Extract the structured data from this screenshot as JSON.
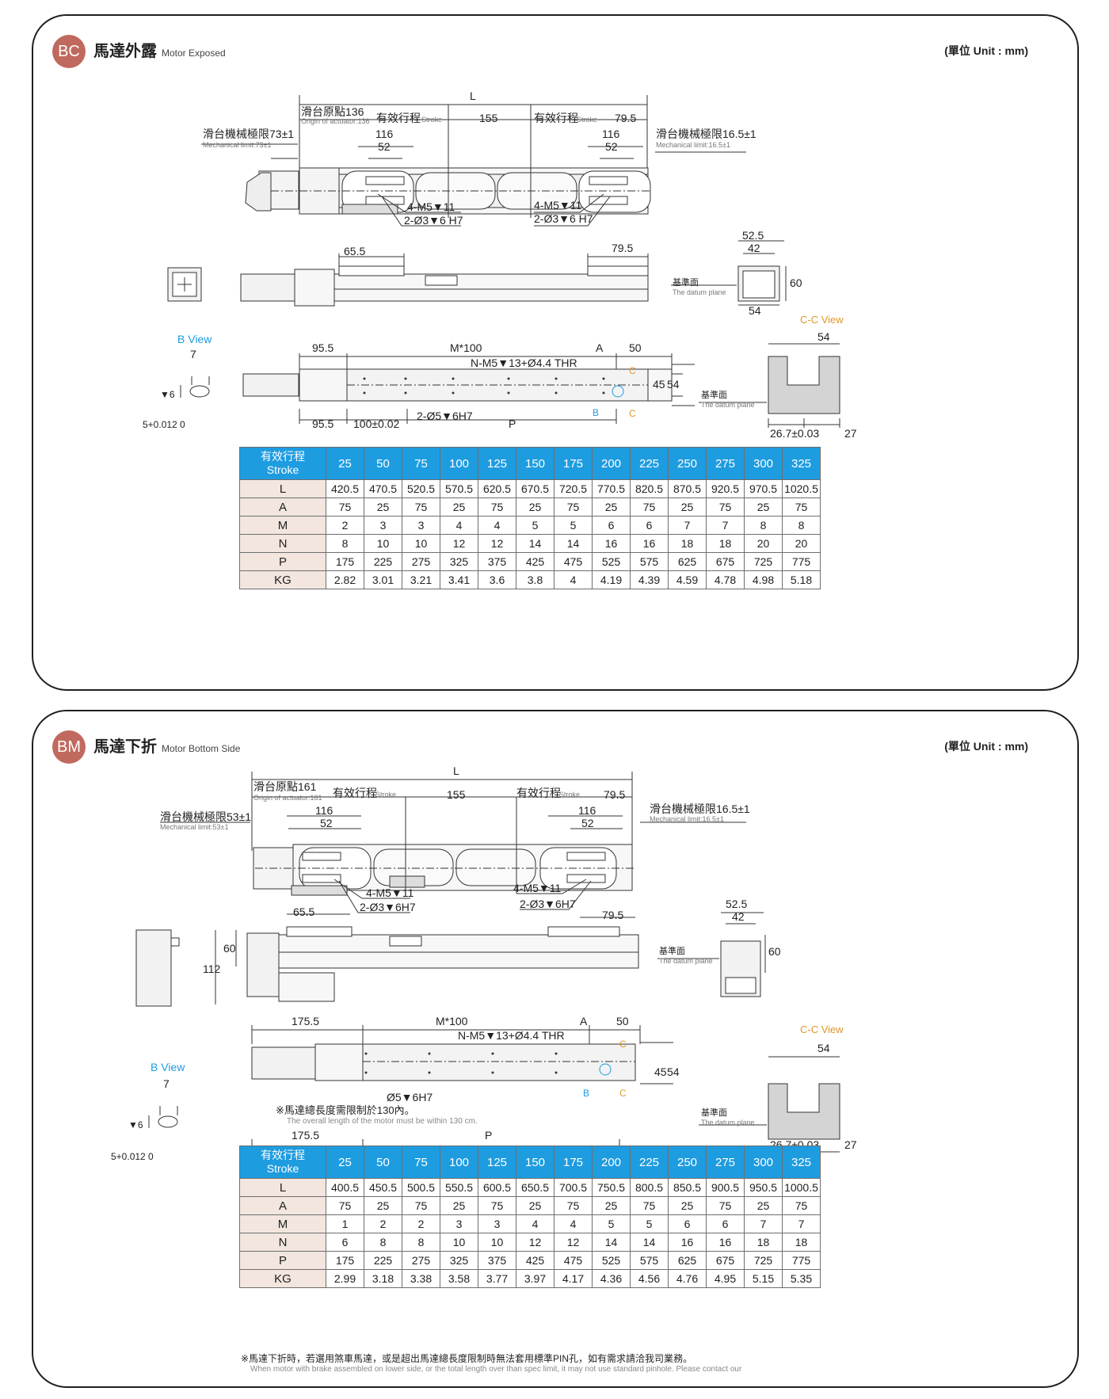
{
  "unit_label": "(單位 Unit : mm)",
  "sections": [
    {
      "badge": "BC",
      "title_zh": "馬達外露",
      "title_en": "Motor Exposed",
      "drawing": {
        "L": "L",
        "origin_zh": "滑台原點136",
        "origin_en": "Origin of actuator:136",
        "stroke_zh": "有效行程",
        "stroke_en": "Stroke",
        "d155": "155",
        "d79_5": "79.5",
        "mech_left_zh": "滑台機械極限73±1",
        "mech_left_en": "Mechanical limit:73±1",
        "mech_right_zh": "滑台機械極限16.5±1",
        "mech_right_en": "Mechanical limit:16.5±1",
        "d116": "116",
        "d52": "52",
        "hole_a": "4-M5▼11",
        "hole_b": "2-Ø3▼6 H7",
        "d65_5": "65.5",
        "d52_5": "52.5",
        "d42": "42",
        "d60": "60",
        "d54": "54",
        "datum_zh": "基準面",
        "datum_en": "The datum plane",
        "cc_view": "C-C View",
        "b_view": "B View",
        "d7": "7",
        "d6": "▼6",
        "tol": "5+0.012 0",
        "d95_5": "95.5",
        "m100": "M*100",
        "A": "A",
        "d50": "50",
        "n_hole": "N-M5▼13+Ø4.4 THR",
        "c": "C",
        "b": "B",
        "d45": "45",
        "d100": "100±0.02",
        "pin": "2-Ø5▼6H7",
        "P": "P",
        "d26_7": "26.7±0.03",
        "d27": "27"
      },
      "table": {
        "head_zh": "有效行程",
        "head_en": "Stroke",
        "strokes": [
          "25",
          "50",
          "75",
          "100",
          "125",
          "150",
          "175",
          "200",
          "225",
          "250",
          "275",
          "300",
          "325"
        ],
        "rows": [
          {
            "label": "L",
            "values": [
              "420.5",
              "470.5",
              "520.5",
              "570.5",
              "620.5",
              "670.5",
              "720.5",
              "770.5",
              "820.5",
              "870.5",
              "920.5",
              "970.5",
              "1020.5"
            ]
          },
          {
            "label": "A",
            "values": [
              "75",
              "25",
              "75",
              "25",
              "75",
              "25",
              "75",
              "25",
              "75",
              "25",
              "75",
              "25",
              "75"
            ]
          },
          {
            "label": "M",
            "values": [
              "2",
              "3",
              "3",
              "4",
              "4",
              "5",
              "5",
              "6",
              "6",
              "7",
              "7",
              "8",
              "8"
            ]
          },
          {
            "label": "N",
            "values": [
              "8",
              "10",
              "10",
              "12",
              "12",
              "14",
              "14",
              "16",
              "16",
              "18",
              "18",
              "20",
              "20"
            ]
          },
          {
            "label": "P",
            "values": [
              "175",
              "225",
              "275",
              "325",
              "375",
              "425",
              "475",
              "525",
              "575",
              "625",
              "675",
              "725",
              "775"
            ]
          },
          {
            "label": "KG",
            "values": [
              "2.82",
              "3.01",
              "3.21",
              "3.41",
              "3.6",
              "3.8",
              "4",
              "4.19",
              "4.39",
              "4.59",
              "4.78",
              "4.98",
              "5.18"
            ]
          }
        ]
      }
    },
    {
      "badge": "BM",
      "title_zh": "馬達下折",
      "title_en": "Motor Bottom Side",
      "drawing": {
        "L": "L",
        "origin_zh": "滑台原點161",
        "origin_en": "Origin of actuator:161",
        "stroke_zh": "有效行程",
        "stroke_en": "Stroke",
        "d155": "155",
        "d79_5": "79.5",
        "mech_left_zh": "滑台機械極限53±1",
        "mech_left_en": "Mechanical limit:53±1",
        "mech_right_zh": "滑台機械極限16.5±1",
        "mech_right_en": "Mechanical limit:16.5±1",
        "d116": "116",
        "d52": "52",
        "hole_a": "4-M5▼11",
        "hole_b": "2-Ø3▼6H7",
        "d65_5": "65.5",
        "d52_5": "52.5",
        "d42": "42",
        "d60": "60",
        "d112": "112",
        "d54": "54",
        "datum_zh": "基準面",
        "datum_en": "The datum plane",
        "cc_view": "C-C View",
        "b_view": "B View",
        "d7": "7",
        "d6": "▼6",
        "tol": "5+0.012 0",
        "d175_5": "175.5",
        "m100": "M*100",
        "A": "A",
        "d50": "50",
        "n_hole": "N-M5▼13+Ø4.4 THR",
        "c": "C",
        "b": "B",
        "d45": "45",
        "pin": "Ø5▼6H7",
        "note_zh": "※馬達總長度需限制於130內。",
        "note_en": "The overall length of the motor must be within 130 cm.",
        "P": "P",
        "d26_7": "26.7±0.03",
        "d27": "27"
      },
      "table": {
        "head_zh": "有效行程",
        "head_en": "Stroke",
        "strokes": [
          "25",
          "50",
          "75",
          "100",
          "125",
          "150",
          "175",
          "200",
          "225",
          "250",
          "275",
          "300",
          "325"
        ],
        "rows": [
          {
            "label": "L",
            "values": [
              "400.5",
              "450.5",
              "500.5",
              "550.5",
              "600.5",
              "650.5",
              "700.5",
              "750.5",
              "800.5",
              "850.5",
              "900.5",
              "950.5",
              "1000.5"
            ]
          },
          {
            "label": "A",
            "values": [
              "75",
              "25",
              "75",
              "25",
              "75",
              "25",
              "75",
              "25",
              "75",
              "25",
              "75",
              "25",
              "75"
            ]
          },
          {
            "label": "M",
            "values": [
              "1",
              "2",
              "2",
              "3",
              "3",
              "4",
              "4",
              "5",
              "5",
              "6",
              "6",
              "7",
              "7"
            ]
          },
          {
            "label": "N",
            "values": [
              "6",
              "8",
              "8",
              "10",
              "10",
              "12",
              "12",
              "14",
              "14",
              "16",
              "16",
              "18",
              "18"
            ]
          },
          {
            "label": "P",
            "values": [
              "175",
              "225",
              "275",
              "325",
              "375",
              "425",
              "475",
              "525",
              "575",
              "625",
              "675",
              "725",
              "775"
            ]
          },
          {
            "label": "KG",
            "values": [
              "2.99",
              "3.18",
              "3.38",
              "3.58",
              "3.77",
              "3.97",
              "4.17",
              "4.36",
              "4.56",
              "4.76",
              "4.95",
              "5.15",
              "5.35"
            ]
          }
        ]
      },
      "footnote_zh": "※馬達下折時，若選用煞車馬達，或是超出馬達總長度限制時無法套用標準PIN孔，如有需求請洽我司業務。",
      "footnote_en": "When motor with brake assembled on lower side, or the total length over than spec limit, it may not use standard pinhole. Please contact our"
    }
  ]
}
